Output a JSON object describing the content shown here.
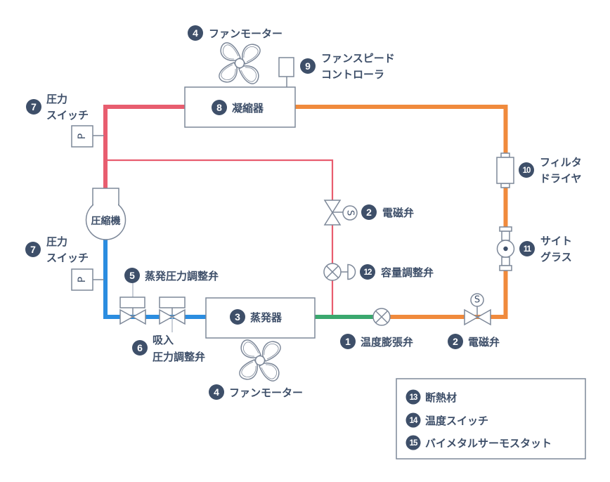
{
  "colors": {
    "high_pressure_gas": "#e85d6f",
    "high_pressure_liquid": "#f08a3c",
    "low_pressure_mix": "#3aa86e",
    "low_pressure_gas": "#2b8de0",
    "badge": "#3e4f69",
    "outline": "#7d8899"
  },
  "components": {
    "condenser": "凝縮器",
    "evaporator": "蒸発器",
    "compressor": "圧縮機",
    "pressure_switch_symbol": "P",
    "solenoid_symbol": "S"
  },
  "labels": {
    "fan_motor_top": {
      "number": "4",
      "lines": [
        "ファンモーター"
      ]
    },
    "fan_speed_controller": {
      "number": "9",
      "lines": [
        "ファンスピード",
        "コントローラ"
      ]
    },
    "condenser": {
      "number": "8"
    },
    "pressure_switch_high": {
      "number": "7",
      "lines": [
        "圧力",
        "スイッチ"
      ]
    },
    "pressure_switch_low": {
      "number": "7",
      "lines": [
        "圧力",
        "スイッチ"
      ]
    },
    "evap_pressure_regulator": {
      "number": "5",
      "lines": [
        "蒸発圧力調整弁"
      ]
    },
    "suction_pressure_regulator": {
      "number": "6",
      "lines": [
        "吸入",
        "圧力調整弁"
      ]
    },
    "evaporator": {
      "number": "3"
    },
    "fan_motor_bottom": {
      "number": "4",
      "lines": [
        "ファンモーター"
      ]
    },
    "solenoid_valve_upper": {
      "number": "2",
      "lines": [
        "電磁弁"
      ]
    },
    "capacity_regulator": {
      "number": "12",
      "lines": [
        "容量調整弁"
      ]
    },
    "expansion_valve": {
      "number": "1",
      "lines": [
        "温度膨張弁"
      ]
    },
    "solenoid_valve_lower": {
      "number": "2",
      "lines": [
        "電磁弁"
      ]
    },
    "filter_dryer": {
      "number": "10",
      "lines": [
        "フィルタ",
        "ドライヤ"
      ]
    },
    "sight_glass": {
      "number": "11",
      "lines": [
        "サイト",
        "グラス"
      ]
    }
  },
  "legend": {
    "items": [
      {
        "number": "13",
        "label": "断熱材"
      },
      {
        "number": "14",
        "label": "温度スイッチ"
      },
      {
        "number": "15",
        "label": "バイメタルサーモスタット"
      }
    ]
  }
}
